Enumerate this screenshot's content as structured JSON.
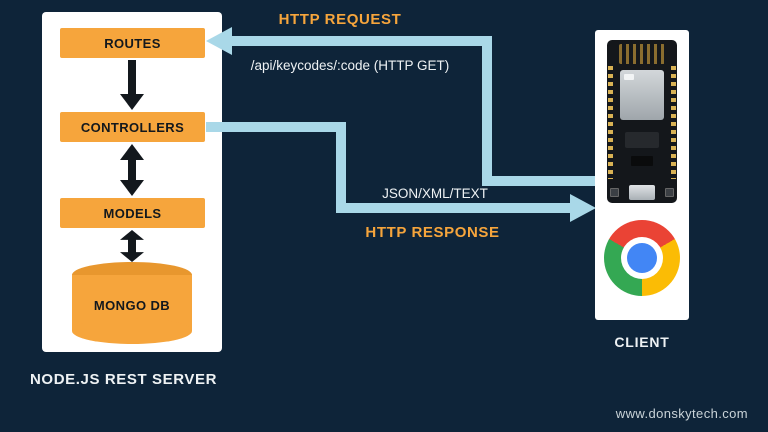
{
  "colors": {
    "bg": "#0e2439",
    "panel": "#ffffff",
    "orange": "#f6a53c",
    "orange-dark": "#e8972e",
    "arrow-blue": "#a9d8e8",
    "ink": "#13181d",
    "text-light": "#eef2f4",
    "muted": "#c9d3d8",
    "chrome-red": "#ea4335",
    "chrome-yellow": "#fbbc05",
    "chrome-green": "#34a853",
    "chrome-blue": "#4286f5"
  },
  "server": {
    "title": "NODE.JS REST SERVER",
    "boxes": [
      {
        "label": "ROUTES"
      },
      {
        "label": "CONTROLLERS"
      },
      {
        "label": "MODELS"
      }
    ],
    "database": {
      "label": "MONGO DB"
    }
  },
  "client": {
    "title": "CLIENT"
  },
  "flows": {
    "request": {
      "title": "HTTP REQUEST",
      "detail": "/api/keycodes/:code (HTTP GET)"
    },
    "response": {
      "title": "HTTP RESPONSE",
      "detail": "JSON/XML/TEXT"
    }
  },
  "footer": {
    "website": "www.donskytech.com"
  }
}
